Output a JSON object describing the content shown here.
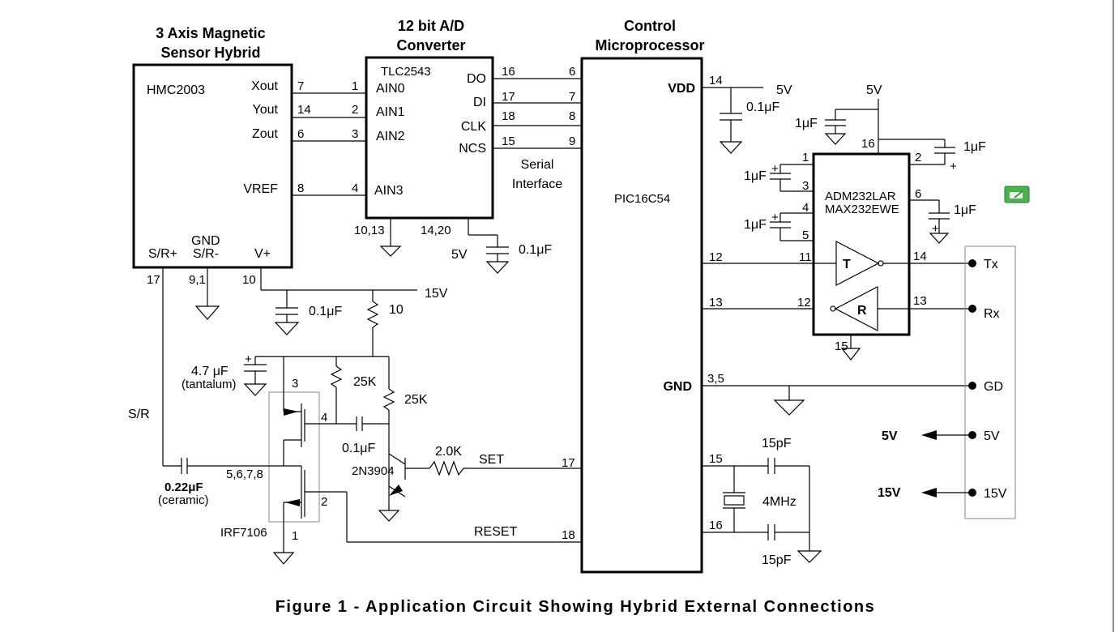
{
  "titles": {
    "sensor": [
      "3 Axis Magnetic",
      "Sensor Hybrid"
    ],
    "adc": [
      "12 bit A/D",
      "Converter"
    ],
    "mcu": [
      "Control",
      "Microprocessor"
    ]
  },
  "hmc": {
    "part": "HMC2003",
    "xout": "Xout",
    "yout": "Yout",
    "zout": "Zout",
    "vref": "VREF",
    "sr_plus": "S/R+",
    "gnd": "GND",
    "sr_minus": "S/R-",
    "vplus": "V+",
    "pin_x": "7",
    "pin_y": "14",
    "pin_z": "6",
    "pin_vref": "8",
    "pin_srp": "17",
    "pin_gnd": "9,1",
    "pin_vp": "10"
  },
  "adc": {
    "part": "TLC2543",
    "ain0": "AIN0",
    "ain1": "AIN1",
    "ain2": "AIN2",
    "ain3": "AIN3",
    "do": "DO",
    "di": "DI",
    "clk": "CLK",
    "ncs": "NCS",
    "p1": "1",
    "p2": "2",
    "p3": "3",
    "p4": "4",
    "p_do": "16",
    "p_di": "17",
    "p_clk": "18",
    "p_ncs": "15",
    "p_gnd": "10,13",
    "p_vcc": "14,20"
  },
  "serial": [
    "Serial",
    "Interface"
  ],
  "mcu": {
    "part": "PIC16C54",
    "vdd": "VDD",
    "gnd": "GND",
    "p6": "6",
    "p7": "7",
    "p8": "8",
    "p9": "9",
    "p_vdd": "14",
    "p12": "12",
    "p13": "13",
    "p_gnd": "3,5",
    "p15": "15",
    "p16": "16",
    "p17": "17",
    "p18": "18"
  },
  "rs232": {
    "part1": "ADM232LAR",
    "part2": "MAX232EWE",
    "T": "T",
    "R": "R",
    "p1": "1",
    "p2": "2",
    "p3": "3",
    "p4": "4",
    "p5": "5",
    "p6": "6",
    "p11": "11",
    "p12": "12",
    "p13": "13",
    "p14": "14",
    "p15": "15",
    "p16": "16"
  },
  "conn": {
    "tx": "Tx",
    "rx": "Rx",
    "gd": "GD",
    "v5": "5V",
    "v15": "15V"
  },
  "supply": {
    "v5": "5V",
    "v15": "15V"
  },
  "parts": {
    "c01": "0.1μF",
    "c1": "1μF",
    "c15p": "15pF",
    "xtal": "4MHz",
    "c47": "4.7 μF",
    "tant": "(tantalum)",
    "c022": "0.22μF",
    "ceramic": "(ceramic)",
    "r10": "10",
    "r25k": "25K",
    "r2k": "2.0K",
    "q1": "2N3904",
    "mosfet": "IRF7106",
    "m3": "3",
    "m4": "4",
    "m5678": "5,6,7,8",
    "m2": "2",
    "m1": "1",
    "sr": "S/R",
    "set": "SET",
    "reset": "RESET"
  },
  "caption": "Figure 1 - Application Circuit Showing Hybrid External Connections"
}
